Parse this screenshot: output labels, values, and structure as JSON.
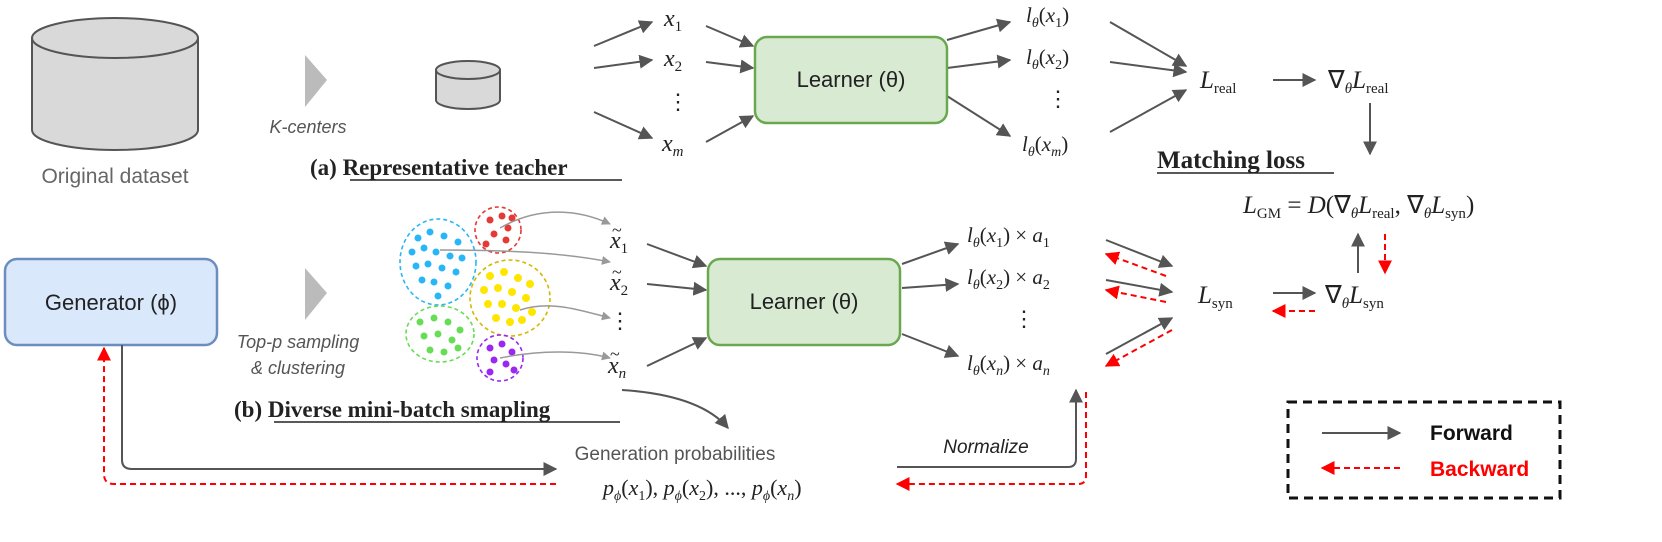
{
  "labels": {
    "d_real_main": "D",
    "d_real_sub": "real",
    "original_dataset": "Original dataset",
    "k_centers": "K-centers",
    "section_a": "(a) Representative teacher",
    "section_b": "(b) Diverse mini-batch smapling",
    "matching_loss": "Matching loss",
    "learner": "Learner (θ)",
    "generator": "Generator (ϕ)",
    "top_p": "Top-p sampling",
    "clustering": "& clustering",
    "generation_probabilities": "Generation probabilities",
    "normalize": "Normalize",
    "legend_forward": "Forward",
    "legend_backward": "Backward"
  },
  "math": {
    "x1": "x",
    "x1_sub": "1",
    "x2": "x",
    "x2_sub": "2",
    "xm": "x",
    "xm_sub": "m",
    "l_x1": "l",
    "l_x2": "l",
    "l_xm": "l",
    "l_real": "L",
    "l_real_sub": "real",
    "grad_real": "∇",
    "grad_real_L": "L",
    "grad_real_sub": "real",
    "l_gm": "L",
    "l_gm_sub": "GM",
    "l_gm_rhs": "= D(∇",
    "l_syn": "L",
    "l_syn_sub": "syn",
    "grad_syn": "∇",
    "grad_syn_L": "L",
    "grad_syn_sub": "syn",
    "tx1": "x",
    "tx2": "x",
    "txn": "x",
    "probs": "p",
    "vdots": "⋮"
  },
  "colors": {
    "arrow": "#555555",
    "backward": "#ff0000",
    "learner_fill": "#d9ead3",
    "learner_stroke": "#6aa84f",
    "generator_fill": "#dae8fc",
    "generator_stroke": "#6c8ebf",
    "cyl_fill": "#d9d9d9",
    "cluster_blue": "#29b6f6",
    "cluster_red": "#e53935",
    "cluster_yellow": "#ffe600",
    "cluster_green": "#66dd55",
    "cluster_purple": "#9c27f0"
  }
}
